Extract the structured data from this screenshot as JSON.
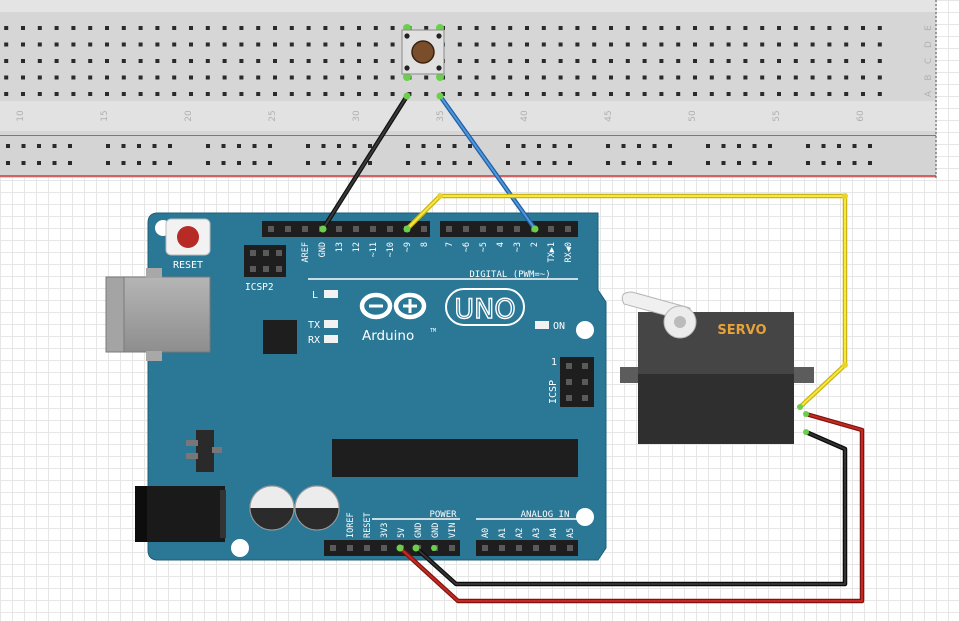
{
  "breadboard": {
    "column_numbers": [
      "10",
      "15",
      "20",
      "25",
      "30",
      "35",
      "40",
      "45",
      "50",
      "55",
      "60"
    ],
    "row_letters": [
      "A",
      "B",
      "C",
      "D",
      "E"
    ]
  },
  "arduino": {
    "reset_label": "RESET",
    "icsp2_label": "ICSP2",
    "icsp_label": "ICSP",
    "icsp_pin1": "1",
    "logo_text": "Arduino",
    "tm": "TM",
    "model": "UNO",
    "digital_label": "DIGITAL (PWM=~)",
    "power_label": "POWER",
    "analog_label": "ANALOG IN",
    "led_l": "L",
    "led_tx": "TX",
    "led_rx": "RX",
    "led_on": "ON",
    "digital_pins": [
      "AREF",
      "GND",
      "13",
      "12",
      "~11",
      "~10",
      "~9",
      "8",
      "7",
      "~6",
      "~5",
      "4",
      "~3",
      "2",
      "TX▶1",
      "RX◀0"
    ],
    "power_pins": [
      "IOREF",
      "RESET",
      "3V3",
      "5V",
      "GND",
      "GND",
      "VIN"
    ],
    "analog_pins": [
      "A0",
      "A1",
      "A2",
      "A3",
      "A4",
      "A5"
    ]
  },
  "servo": {
    "label": "SERVO"
  },
  "colors": {
    "board": "#2a7796",
    "wire_black": "#202020",
    "wire_blue": "#3d83c9",
    "wire_yellow": "#f5e43a",
    "wire_red": "#b8241c",
    "servo_label": "#e8a23a"
  }
}
